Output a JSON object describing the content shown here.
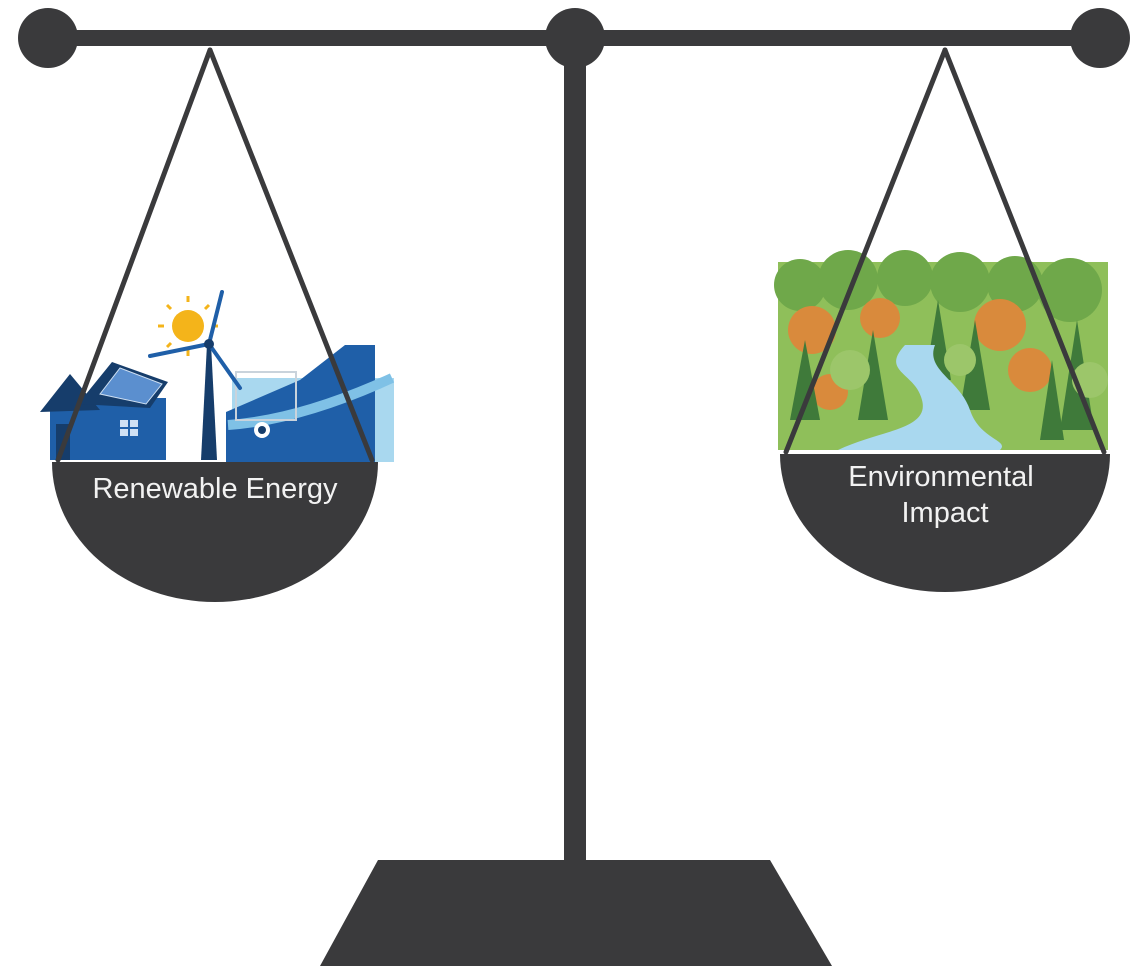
{
  "left_pan": {
    "label": "Renewable Energy",
    "contents": [
      "house-with-solar-panels-icon",
      "sun-icon",
      "wind-turbine-icon",
      "hydroelectric-dam-icon"
    ]
  },
  "right_pan": {
    "label_lines": [
      "Environmental",
      "Impact"
    ],
    "contents": [
      "forest-landscape-icon",
      "river-icon"
    ]
  },
  "colors": {
    "scale": "#3a3a3c",
    "label_text": "#f2f2f2",
    "energy_blue": "#1f5fa8",
    "energy_dark": "#163d6b",
    "sun": "#f4b41a",
    "water": "#a9d8ef",
    "tree_green": "#6fa84a",
    "tree_dark": "#3f7a3a",
    "tree_orange": "#d98a3c"
  }
}
